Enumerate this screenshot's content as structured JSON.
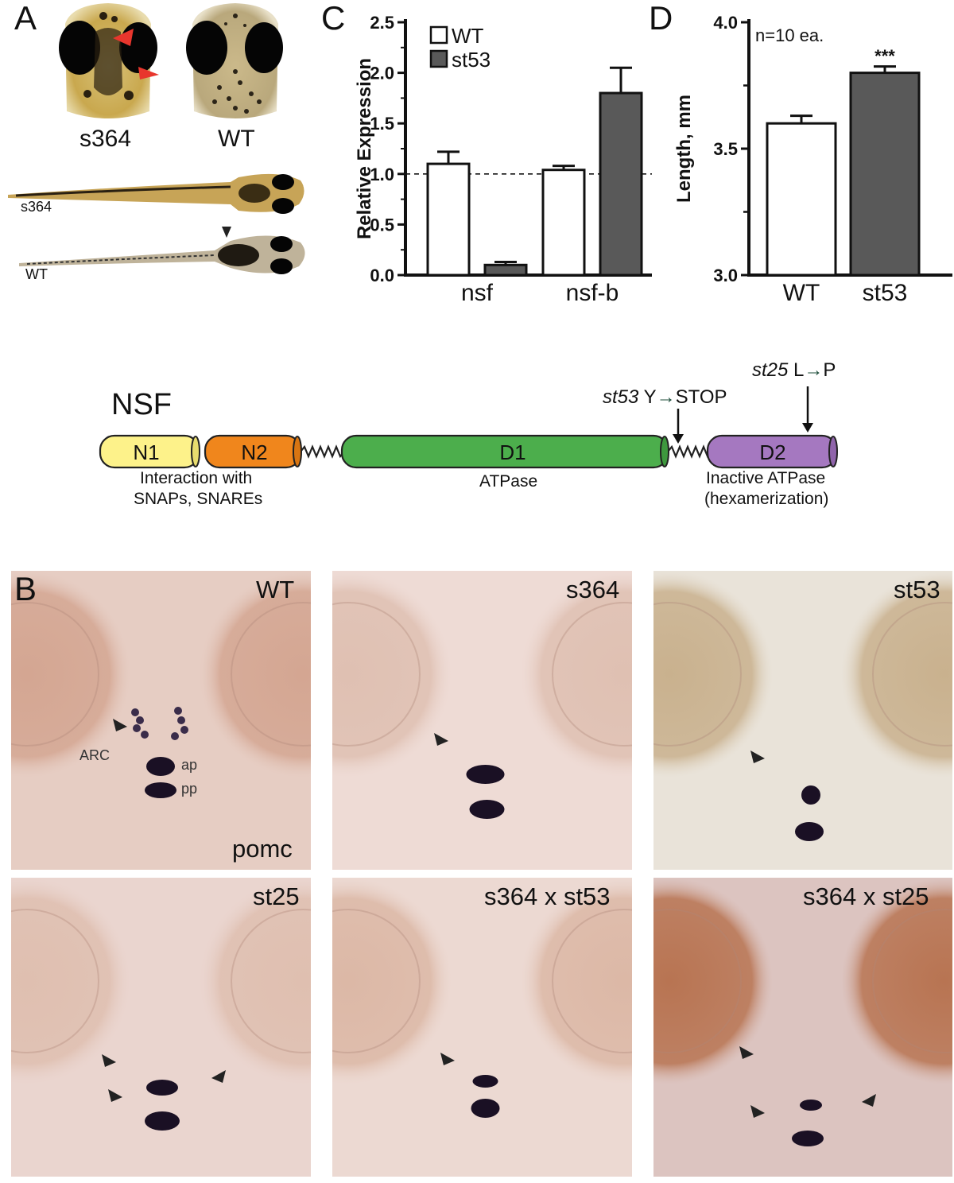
{
  "panels": {
    "A": "A",
    "B": "B",
    "C": "C",
    "D": "D"
  },
  "panel_a": {
    "head_labels": [
      "s364",
      "WT"
    ],
    "larva_labels": [
      "s364",
      "WT"
    ]
  },
  "chart_c": {
    "type": "bar",
    "categories": [
      "nsf",
      "nsf-b"
    ],
    "series": [
      {
        "name": "WT",
        "values": [
          1.1,
          1.04
        ],
        "errors": [
          0.12,
          0.04
        ],
        "color": "#ffffff"
      },
      {
        "name": "st53",
        "values": [
          0.1,
          1.8
        ],
        "errors": [
          0.03,
          0.25
        ],
        "color": "#595959"
      }
    ],
    "ylabel": "Relative Expression",
    "ylim": [
      0,
      2.5
    ],
    "yticks": [
      "0.0",
      "0.5",
      "1.0",
      "1.5",
      "2.0",
      "2.5"
    ],
    "reference_line": 1.0,
    "legend_position": "top-left"
  },
  "chart_d": {
    "type": "bar",
    "categories": [
      "WT",
      "st53"
    ],
    "values": [
      3.6,
      3.8
    ],
    "errors": [
      0.03,
      0.025
    ],
    "colors": [
      "#ffffff",
      "#595959"
    ],
    "ylabel": "Length, mm",
    "ylim": [
      3.0,
      4.0
    ],
    "yticks": [
      "3.0",
      "3.5",
      "4.0"
    ],
    "annotation": "n=10 ea.",
    "significance": "***"
  },
  "nsf_diagram": {
    "title": "NSF",
    "domains": [
      {
        "name": "N1",
        "color": "#fdf28a"
      },
      {
        "name": "N2",
        "color": "#f0861c"
      },
      {
        "name": "D1",
        "color": "#4cae4c"
      },
      {
        "name": "D2",
        "color": "#a578c0"
      }
    ],
    "captions": {
      "n": [
        "Interaction with",
        "SNAPs, SNAREs"
      ],
      "d1": "ATPase",
      "d2": [
        "Inactive ATPase",
        "(hexamerization)"
      ]
    },
    "mutations": {
      "st53": {
        "allele": "st53",
        "change": "Y",
        "result": "STOP"
      },
      "st25": {
        "allele": "st25",
        "change": "L",
        "result": "P"
      }
    }
  },
  "panel_b": {
    "images": [
      {
        "label": "WT"
      },
      {
        "label": "s364"
      },
      {
        "label": "st53"
      },
      {
        "label": "st25"
      },
      {
        "label": "s364 x st53"
      },
      {
        "label": "s364 x st25"
      }
    ],
    "annotations": {
      "arc": "ARC",
      "ap": "ap",
      "pp": "pp",
      "probe": "pomc"
    }
  }
}
